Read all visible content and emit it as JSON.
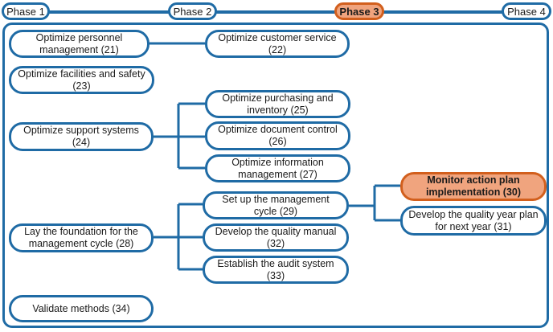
{
  "phases": [
    {
      "label": "Phase 1"
    },
    {
      "label": "Phase 2"
    },
    {
      "label": "Phase 3"
    },
    {
      "label": "Phase 4"
    }
  ],
  "nodes": {
    "personnel": "Optimize personnel management (21)",
    "customer_service": "Optimize customer service (22)",
    "facilities": "Optimize facilities and safety (23)",
    "support": "Optimize support systems (24)",
    "purchasing": "Optimize purchasing and inventory (25)",
    "document_control": "Optimize document control (26)",
    "information": "Optimize information management (27)",
    "foundation": "Lay the foundation for the management cycle (28)",
    "management_cycle": "Set up the management cycle (29)",
    "monitor": "Monitor action plan implementation (30)",
    "quality_year": "Develop the quality year plan for next year (31)",
    "quality_manual": "Develop the quality manual (32)",
    "audit": "Establish the audit system (33)",
    "validate": "Validate methods (34)"
  },
  "colors": {
    "border": "#1f6ba5",
    "highlight_fill": "#f0a47e",
    "highlight_border": "#d25f1d"
  }
}
